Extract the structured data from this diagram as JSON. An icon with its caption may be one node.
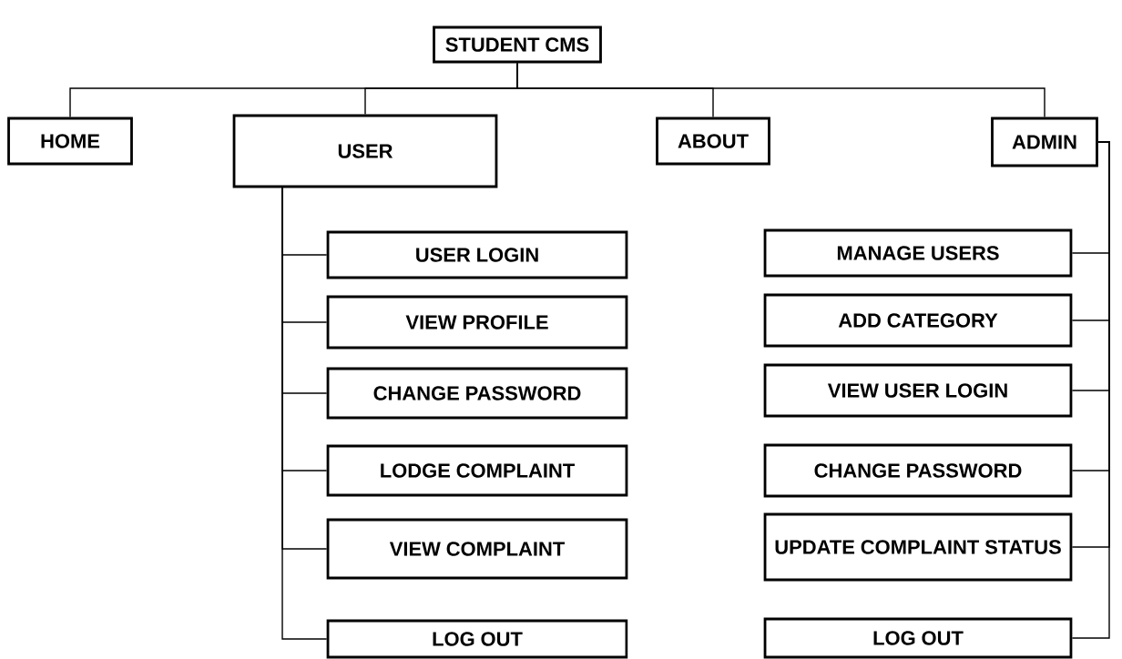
{
  "diagram": {
    "nodes": [
      {
        "text": [
          "STUDENT CMS"
        ]
      },
      {
        "text": [
          "HOME"
        ]
      },
      {
        "text": [
          "USER"
        ]
      },
      {
        "text": [
          "ABOUT"
        ]
      },
      {
        "text": [
          "ADMIN"
        ]
      },
      {
        "text": [
          "USER LOGIN"
        ]
      },
      {
        "text": [
          "VIEW PROFILE"
        ]
      },
      {
        "text": [
          "CHANGE PASSWORD"
        ]
      },
      {
        "text": [
          "LODGE COMPLAINT"
        ]
      },
      {
        "text": [
          "VIEW COMPLAINT"
        ]
      },
      {
        "text": [
          "LOG OUT"
        ]
      },
      {
        "text": [
          "MANAGE USERS"
        ]
      },
      {
        "text": [
          "ADD CATEGORY"
        ]
      },
      {
        "text": [
          "VIEW USER LOGIN"
        ]
      },
      {
        "text": [
          "CHANGE PASSWORD"
        ]
      },
      {
        "text": [
          "UPDATE COMPLAINT STATUS"
        ]
      },
      {
        "text": [
          "LOG OUT"
        ]
      }
    ],
    "edges": [
      {
        "from": 0,
        "to": 1,
        "arrow": "none"
      },
      {
        "from": 0,
        "to": 2,
        "arrow": "none"
      },
      {
        "from": 0,
        "to": 3,
        "arrow": "none"
      },
      {
        "from": 0,
        "to": 4,
        "arrow": "none"
      },
      {
        "from": 2,
        "to": 5,
        "arrow": "none"
      },
      {
        "from": 2,
        "to": 6,
        "arrow": "none"
      },
      {
        "from": 2,
        "to": 7,
        "arrow": "none"
      },
      {
        "from": 2,
        "to": 8,
        "arrow": "none"
      },
      {
        "from": 2,
        "to": 9,
        "arrow": "none"
      },
      {
        "from": 2,
        "to": 10,
        "arrow": "none"
      },
      {
        "from": 4,
        "to": 11,
        "arrow": "none"
      },
      {
        "from": 4,
        "to": 12,
        "arrow": "none"
      },
      {
        "from": 4,
        "to": 13,
        "arrow": "none"
      },
      {
        "from": 4,
        "to": 14,
        "arrow": "none"
      },
      {
        "from": 4,
        "to": 15,
        "arrow": "none"
      },
      {
        "from": 4,
        "to": 16,
        "arrow": "none"
      }
    ]
  }
}
